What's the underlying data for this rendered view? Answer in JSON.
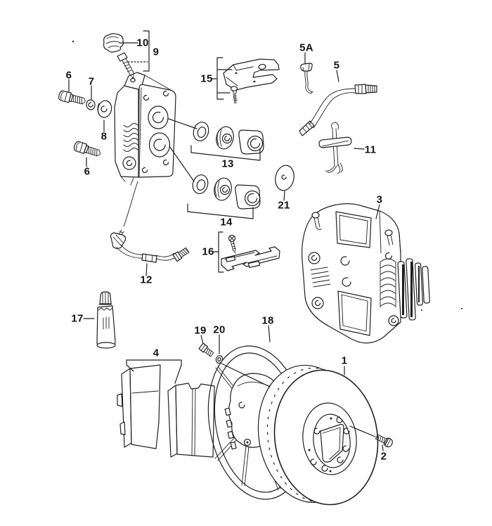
{
  "diagram": {
    "type": "exploded-parts-diagram",
    "subject": "front disc brake: caliper, piston seal kits, pads, disc and dust shield",
    "colors": {
      "background": "#ffffff",
      "line": "#1f1f1f",
      "label": "#141414"
    },
    "callouts": [
      {
        "label": "6"
      },
      {
        "label": "7"
      },
      {
        "label": "10"
      },
      {
        "label": "9"
      },
      {
        "label": "8"
      },
      {
        "label": "6"
      },
      {
        "label": "15"
      },
      {
        "label": "5A"
      },
      {
        "label": "5"
      },
      {
        "label": "11"
      },
      {
        "label": "13"
      },
      {
        "label": "21"
      },
      {
        "label": "14"
      },
      {
        "label": "3"
      },
      {
        "label": "16"
      },
      {
        "label": "12"
      },
      {
        "label": "17"
      },
      {
        "label": "19"
      },
      {
        "label": "20"
      },
      {
        "label": "18"
      },
      {
        "label": "4"
      },
      {
        "label": "1"
      },
      {
        "label": "2"
      }
    ],
    "parts": [
      {
        "ref": "1",
        "part": "brake-disc"
      },
      {
        "ref": "2",
        "part": "disc-set-screw"
      },
      {
        "ref": "3",
        "part": "brake-caliper-assembled"
      },
      {
        "ref": "4",
        "part": "brake-pad-set"
      },
      {
        "ref": "5",
        "part": "brake-hose-upper"
      },
      {
        "ref": "5A",
        "part": "retaining-clip"
      },
      {
        "ref": "6",
        "part": "socket-head-bolt"
      },
      {
        "ref": "7",
        "part": "washer-small"
      },
      {
        "ref": "8",
        "part": "washer-large"
      },
      {
        "ref": "9",
        "part": "bleeder-valve-assembly"
      },
      {
        "ref": "10",
        "part": "bleeder-dust-cap"
      },
      {
        "ref": "11",
        "part": "pad-retaining-spring"
      },
      {
        "ref": "12",
        "part": "brake-hose-lower"
      },
      {
        "ref": "13",
        "part": "piston-seal-kit-upper"
      },
      {
        "ref": "14",
        "part": "piston-seal-kit-lower"
      },
      {
        "ref": "15",
        "part": "spring-plate-with-screw"
      },
      {
        "ref": "16",
        "part": "retaining-plate-with-screw"
      },
      {
        "ref": "17",
        "part": "lubricant-tube"
      },
      {
        "ref": "18",
        "part": "disc-dust-shield"
      },
      {
        "ref": "19",
        "part": "hex-bolt"
      },
      {
        "ref": "20",
        "part": "washer"
      },
      {
        "ref": "21",
        "part": "blanking-disc"
      }
    ]
  }
}
